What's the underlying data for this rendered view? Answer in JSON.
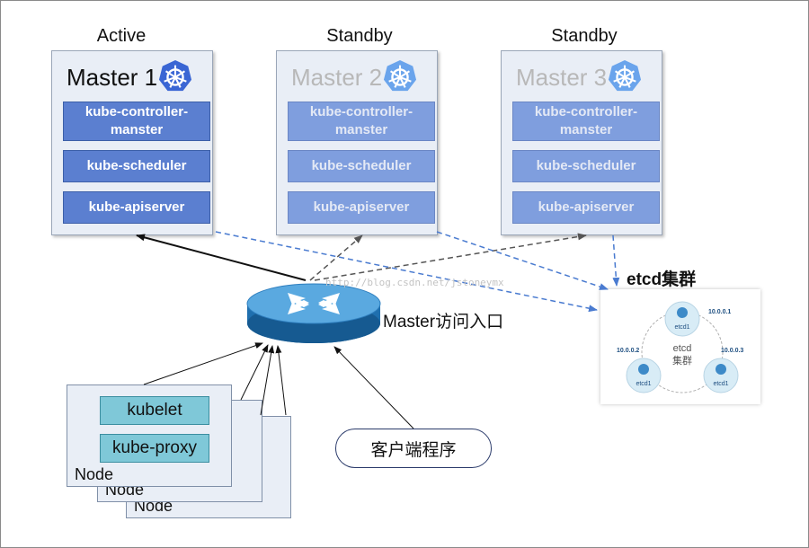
{
  "columns": {
    "active": "Active",
    "standby1": "Standby",
    "standby2": "Standby"
  },
  "masters": [
    {
      "title": "Master 1",
      "components": [
        "kube-controller-manster",
        "kube-scheduler",
        "kube-apiserver"
      ]
    },
    {
      "title": "Master 2",
      "components": [
        "kube-controller-manster",
        "kube-scheduler",
        "kube-apiserver"
      ]
    },
    {
      "title": "Master 3",
      "components": [
        "kube-controller-manster",
        "kube-scheduler",
        "kube-apiserver"
      ]
    }
  ],
  "entry_label": "Master访问入口",
  "etcd": {
    "title": "etcd集群",
    "center_line1": "etcd",
    "center_line2": "集群",
    "node_label": "etcd1",
    "ips": [
      "10.0.0.1",
      "10.0.0.2",
      "10.0.0.3"
    ]
  },
  "node": {
    "label": "Node",
    "components": [
      "kubelet",
      "kube-proxy"
    ]
  },
  "client_label": "客户端程序",
  "watermark": "http://blog.csdn.net/jstoneymx",
  "colors": {
    "active_icon": "#3a66d4",
    "standby_icon": "#6aa4ec",
    "component": "#5b7fd0",
    "node_component": "#7fc8d8"
  }
}
